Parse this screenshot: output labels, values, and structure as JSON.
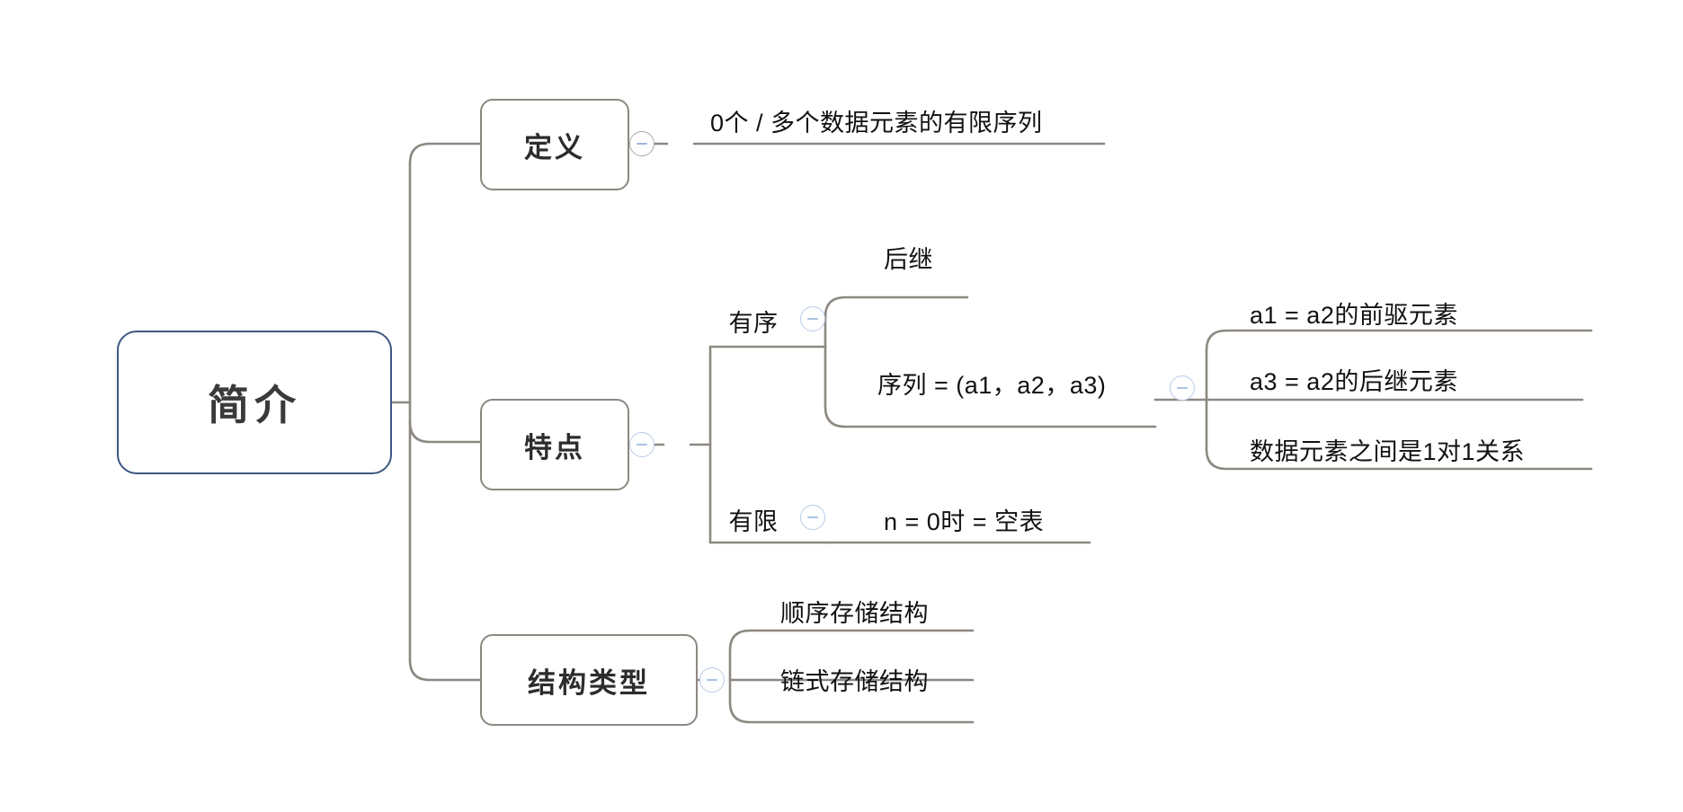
{
  "diagram": {
    "type": "mindmap",
    "title": "简介",
    "colors": {
      "root_border": "#3f5782",
      "branch_border": "#8d8881",
      "edge": "#8d8881",
      "toggle_blue": "#b9cbe8",
      "toggle_gray": "#a9a9a9",
      "text": "#231f20",
      "background": "#ffffff"
    },
    "root": {
      "label": "简介"
    },
    "branches": [
      {
        "label": "定义",
        "toggle": "collapse-minus-icon",
        "children": [
          {
            "label": "0个 / 多个数据元素的有限序列"
          }
        ]
      },
      {
        "label": "特点",
        "toggle": "collapse-minus-icon",
        "children": [
          {
            "label": "有序",
            "toggle": "collapse-minus-icon",
            "children": [
              {
                "label": "后继"
              },
              {
                "label": "序列 = (a1，a2，a3)",
                "toggle": "collapse-minus-icon",
                "children": [
                  {
                    "label": "a1 = a2的前驱元素"
                  },
                  {
                    "label": "a3 = a2的后继元素"
                  },
                  {
                    "label": "数据元素之间是1对1关系"
                  }
                ]
              }
            ]
          },
          {
            "label": "有限",
            "toggle": "collapse-minus-icon",
            "children": [
              {
                "label": "n = 0时 = 空表"
              }
            ]
          }
        ]
      },
      {
        "label": "结构类型",
        "toggle": "collapse-minus-icon",
        "children": [
          {
            "label": "顺序存储结构"
          },
          {
            "label": "链式存储结构"
          }
        ]
      }
    ]
  },
  "labels": {
    "root": "简介",
    "b1": "定义",
    "b1c1": "0个 / 多个数据元素的有限序列",
    "b2": "特点",
    "b2c1": "有序",
    "b2c1a": "后继",
    "b2c1b": "序列 = (a1，a2，a3)",
    "b2c1b1": "a1 = a2的前驱元素",
    "b2c1b2": "a3 = a2的后继元素",
    "b2c1b3": "数据元素之间是1对1关系",
    "b2c2": "有限",
    "b2c2a": "n = 0时 = 空表",
    "b3": "结构类型",
    "b3c1": "顺序存储结构",
    "b3c2": "链式存储结构"
  }
}
